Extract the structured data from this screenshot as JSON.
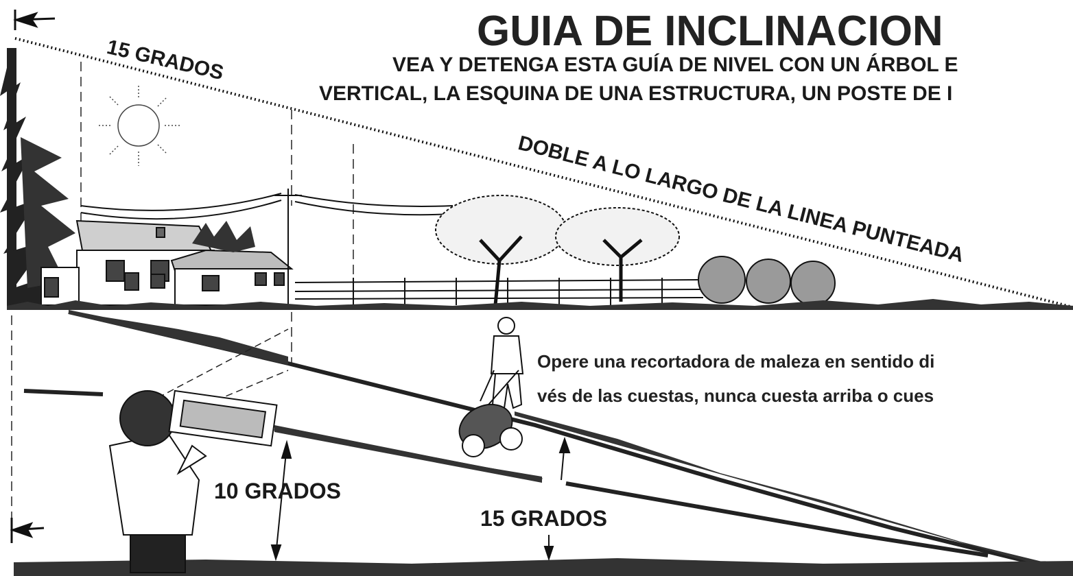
{
  "title": "GUIA DE INCLINACION",
  "subtitle_line1": "VEA Y DETENGA ESTA GUÍA DE NIVEL CON UN ÁRBOL E",
  "subtitle_line2": "VERTICAL, LA ESQUINA DE UNA ESTRUCTURA, UN POSTE DE I",
  "top_slope_label": "15 GRADOS",
  "fold_instruction": "DOBLE A LO LARGO DE LA LINEA PUNTEADA",
  "operate_line1": "Opere una recortadora de maleza en sentido di",
  "operate_line2": "vés de las cuestas, nunca cuesta arriba o cues",
  "slope_10_label": "10 GRADOS",
  "slope_15_label": "15 GRADOS",
  "colors": {
    "ink": "#111111",
    "background": "#ffffff",
    "shade": "#555555"
  }
}
